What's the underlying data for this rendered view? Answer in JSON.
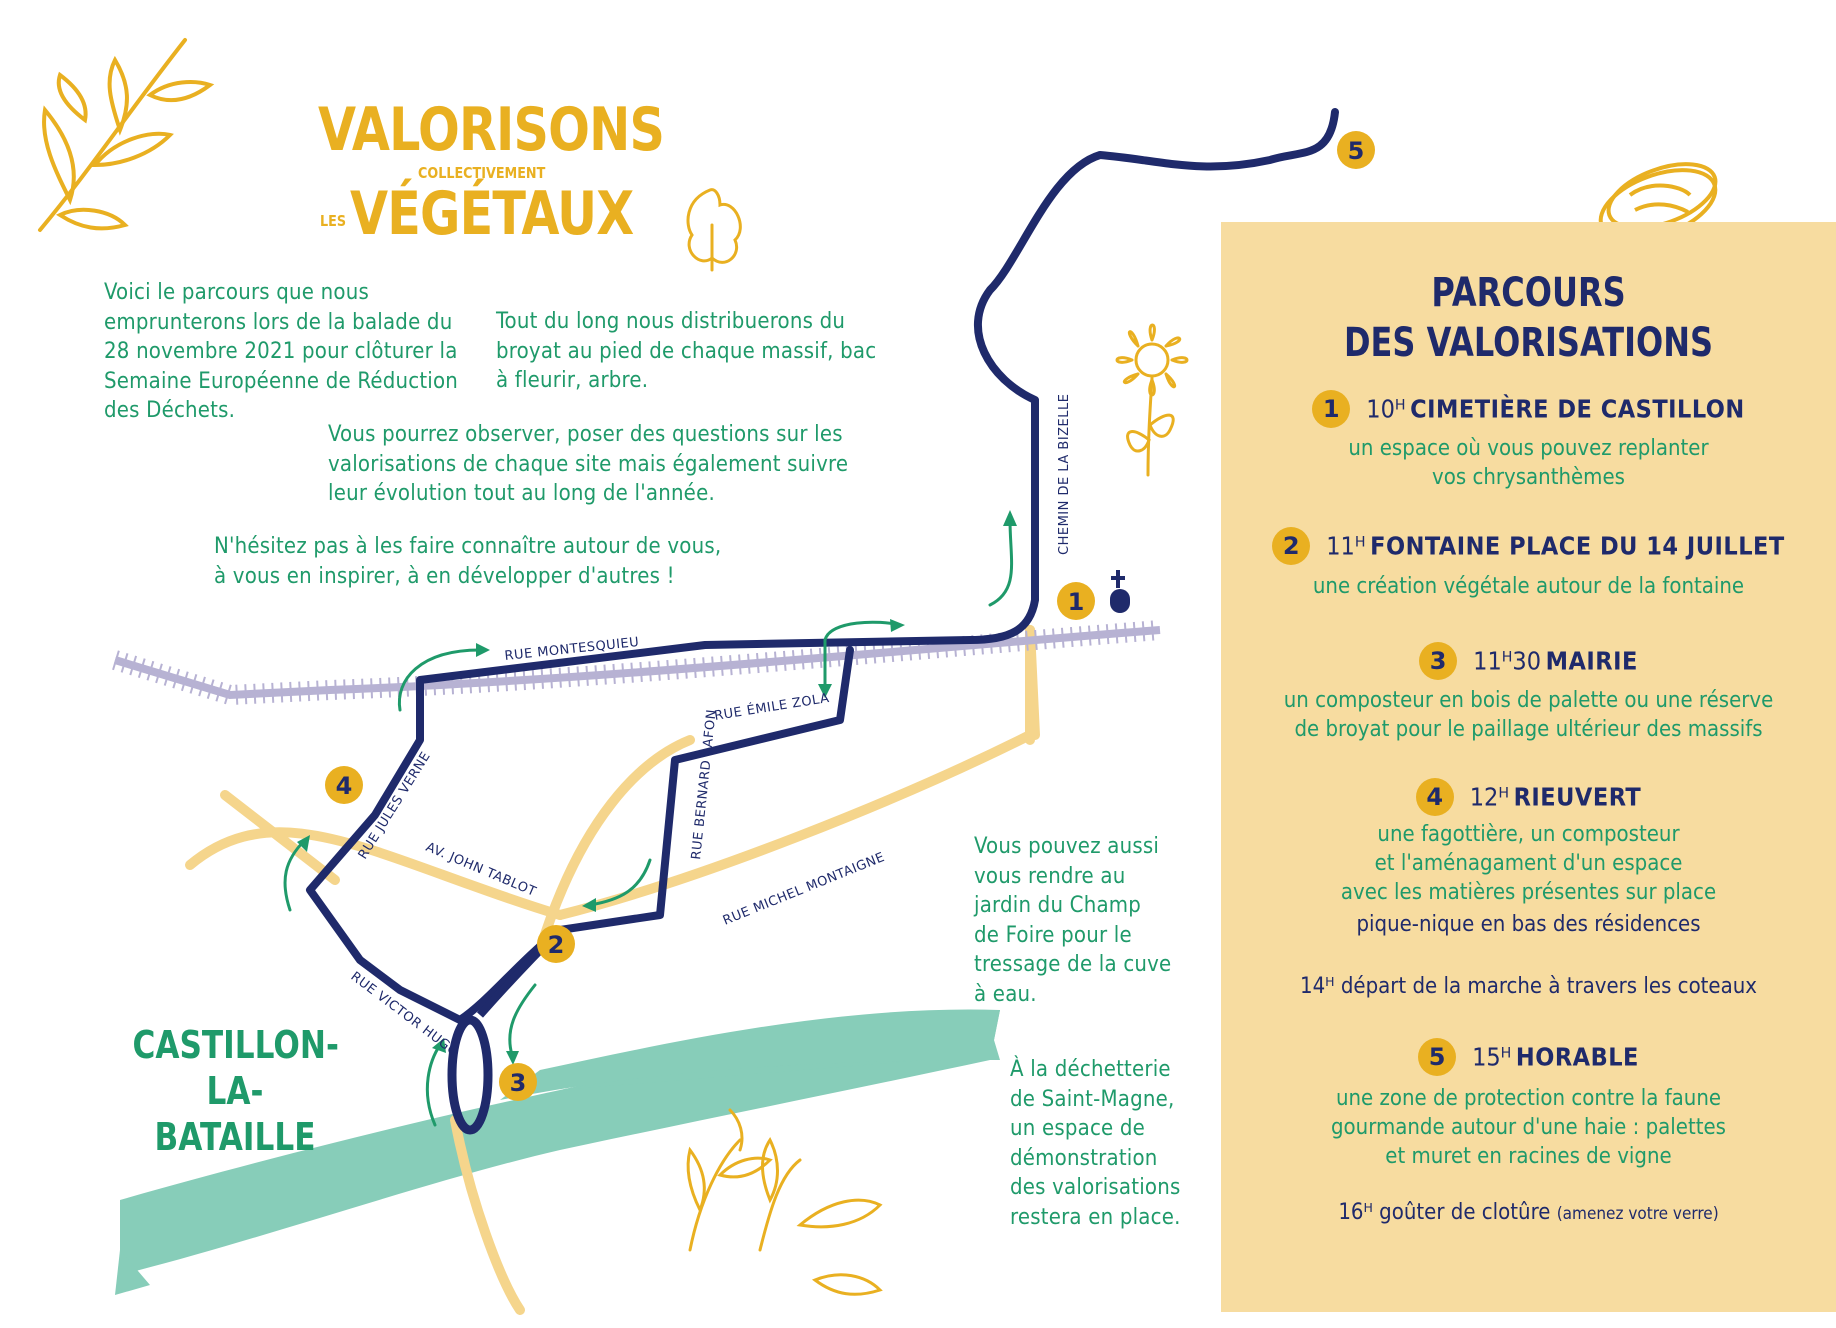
{
  "header": {
    "title_line1": "VALORISONS",
    "title_middle": "COLLECTIVEMENT",
    "title_prefix": "LES",
    "title_line2": "VÉGÉTAUX"
  },
  "intro": {
    "paragraph1": [
      "Voici le parcours que nous",
      "emprunterons lors de la balade du",
      "28 novembre 2021 pour clôturer la",
      "Semaine Européenne de Réduction",
      "des Déchets."
    ],
    "paragraph2": [
      "Tout du long nous distribuerons du",
      "broyat au pied de chaque massif, bac",
      "à fleurir, arbre."
    ],
    "paragraph3": [
      "Vous pourrez observer, poser des questions sur les",
      "valorisations de chaque site mais également suivre",
      "leur évolution tout au long de l'année."
    ],
    "paragraph4": [
      "N'hésitez pas à les faire connaître autour de vous,",
      "à vous en inspirer, à en développer d'autres !"
    ]
  },
  "notes": {
    "jardin": [
      "Vous pouvez aussi",
      "vous rendre au",
      "jardin du Champ",
      "de Foire pour le",
      "tressage de la cuve",
      "à eau."
    ],
    "dechetterie": [
      "À la déchetterie",
      "de Saint-Magne,",
      "un espace de",
      "démonstration",
      "des valorisations",
      "restera en place."
    ]
  },
  "town": {
    "line1": "CASTILLON-",
    "line2": "LA-BATAILLE"
  },
  "map": {
    "streets": {
      "montesquieu": "RUE MONTESQUIEU",
      "zola": "RUE ÉMILE ZOLA",
      "lafon": "RUE BERNARD LAFON",
      "verne": "RUE JULES VERNE",
      "tablot": "AV. JOHN TABLOT",
      "montaigne": "RUE MICHEL MONTAIGNE",
      "hugo": "RUE VICTOR HUGO",
      "bizelle": "CHEMIN DE LA BIZELLE"
    },
    "markers": [
      "1",
      "2",
      "3",
      "4",
      "5"
    ],
    "colors": {
      "route": "#1f2a6b",
      "arrows": "#1f9a6a",
      "river": "#87cdb9",
      "roads": "#f5d58c",
      "railway": "#b7b2d3",
      "marker": "#e9b021"
    },
    "icons": [
      "cemetery-cross-icon",
      "leaf-branch-icon",
      "tree-icon",
      "sunflower-icon",
      "coin-icon",
      "grass-icon"
    ]
  },
  "panel": {
    "title_line1": "PARCOURS",
    "title_line2": "DES VALORISATIONS",
    "background": "#f7dca0",
    "stops": [
      {
        "num": "1",
        "time": "10ᴴ",
        "name": "CIMETIÈRE DE CASTILLON",
        "desc": [
          "un espace où vous pouvez replanter",
          "vos chrysanthèmes"
        ]
      },
      {
        "num": "2",
        "time": "11ᴴ",
        "name": "FONTAINE PLACE DU 14 JUILLET",
        "desc": [
          "une création végétale autour de la fontaine"
        ]
      },
      {
        "num": "3",
        "time": "11ᴴ30",
        "name": "MAIRIE",
        "desc": [
          "un composteur en bois de palette ou une réserve",
          "de broyat pour le paillage ultérieur des massifs"
        ]
      },
      {
        "num": "4",
        "time": "12ᴴ",
        "name": "RIEUVERT",
        "desc": [
          "une fagottière, un composteur",
          "et l'aménagament d'un espace",
          "avec les matières présentes sur place"
        ],
        "extra": [
          "pique-nique en bas des résidences",
          "14ᴴ départ de la marche à travers les coteaux"
        ]
      },
      {
        "num": "5",
        "time": "15ᴴ",
        "name": "HORABLE",
        "desc": [
          "une zone de protection contre la faune",
          "gourmande autour d'une haie : palettes",
          "et muret en racines de vigne"
        ],
        "extra": [
          "16ᴴ goûter de clotûre",
          "(amenez votre verre)"
        ]
      }
    ]
  }
}
